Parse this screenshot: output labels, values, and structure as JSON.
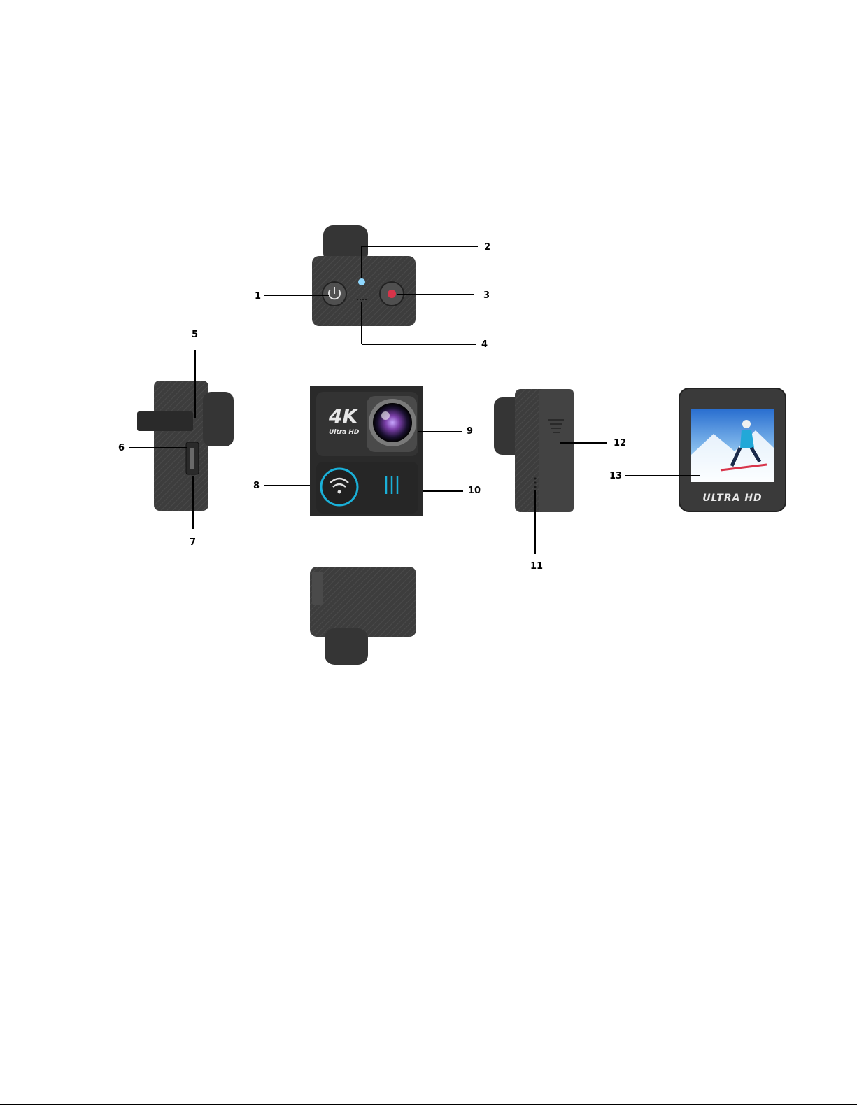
{
  "diagram": {
    "callouts": [
      "1",
      "2",
      "3",
      "4",
      "5",
      "6",
      "7",
      "8",
      "9",
      "10",
      "11",
      "12",
      "13"
    ],
    "printed_labels": {
      "lens_badge_main": "4K",
      "lens_badge_sub": "Ultra HD",
      "screen_caption": "ULTRA HD"
    },
    "colors": {
      "body": "#3d3d3d",
      "body_dark": "#2a2a2a",
      "wifi_ring": "#1ab0d8",
      "record_button": "#d8344a",
      "indicator_led": "#8fd8ff",
      "lens": "#7a3fa8"
    },
    "icons": [
      "power-icon",
      "record-icon",
      "wifi-icon",
      "lens-icon"
    ]
  }
}
